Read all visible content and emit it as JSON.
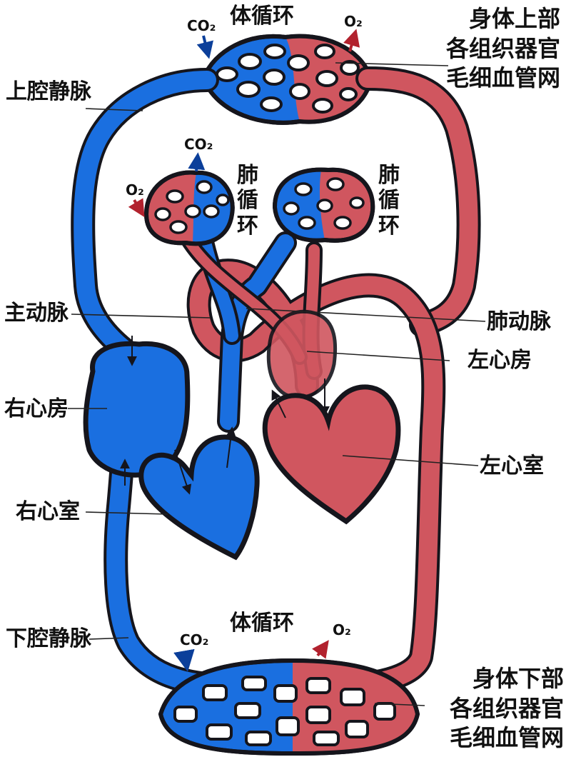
{
  "colors": {
    "venous": "#1a6fe0",
    "venous_dark": "#0b3f9a",
    "arterial": "#d0565f",
    "arterial_dark": "#8e2630",
    "outline": "#15151c",
    "ink": "#111111"
  },
  "labels": {
    "systemic_top": "体循环",
    "systemic_bottom": "体循环",
    "upper_region": [
      "身体上部",
      "各组织器官",
      "毛细血管网"
    ],
    "lower_region": [
      "身体下部",
      "各组织器官",
      "毛细血管网"
    ],
    "superior_vena_cava": "上腔静脉",
    "inferior_vena_cava": "下腔静脉",
    "aorta": "主动脉",
    "pulmonary_artery": "肺动脉",
    "left_atrium": "左心房",
    "left_ventricle": "左心室",
    "right_atrium": "右心房",
    "right_ventricle": "右心室",
    "pulmonary_left": [
      "肺",
      "循",
      "环"
    ],
    "pulmonary_right": [
      "肺",
      "循",
      "环"
    ]
  },
  "gases": {
    "co2_top": "CO₂",
    "o2_top": "O₂",
    "co2_lung": "CO₂",
    "o2_lung": "O₂",
    "co2_bottom": "CO₂",
    "o2_bottom": "O₂"
  }
}
